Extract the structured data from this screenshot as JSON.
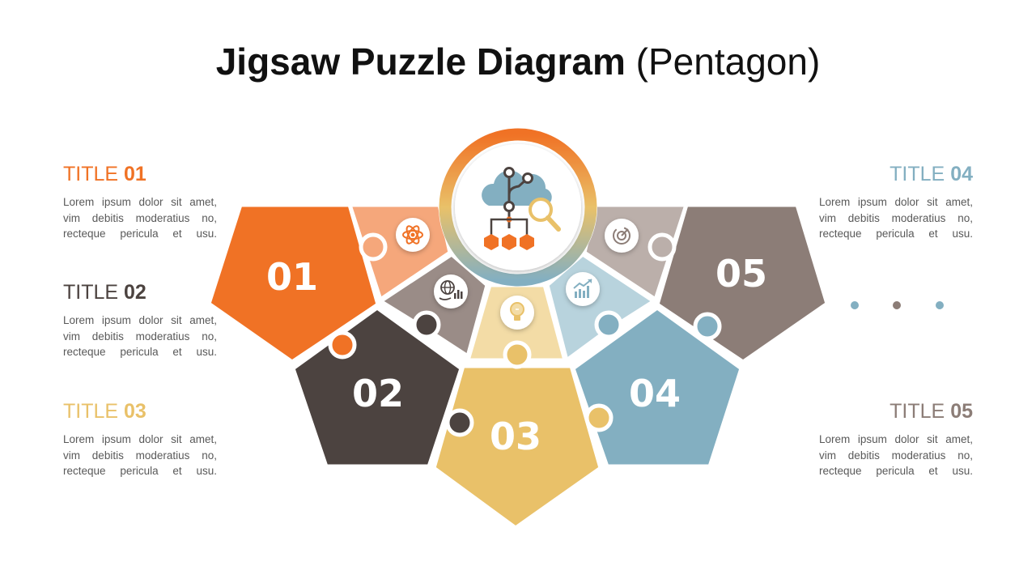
{
  "title": {
    "bold": "Jigsaw Puzzle Diagram",
    "light": "(Pentagon)"
  },
  "colors": {
    "p1": "#F07225",
    "p2": "#4C4340",
    "p3": "#E9C169",
    "p4": "#83AFC1",
    "p5": "#8C7D77",
    "w1": "#F5A77B",
    "w2": "#9A8C87",
    "w3": "#F3DCA6",
    "w4": "#B8D3DD",
    "w5": "#BBAFAA"
  },
  "items": [
    {
      "label": "TITLE",
      "num": "01",
      "color": "#F07225",
      "desc": [
        "Lorem ipsum dolor sit amet,",
        "vim debitis moderatius no,",
        "recteque pericula et usu."
      ]
    },
    {
      "label": "TITLE",
      "num": "02",
      "color": "#4C4340",
      "desc": [
        "Lorem ipsum dolor sit amet,",
        "vim debitis moderatius no,",
        "recteque pericula et usu."
      ]
    },
    {
      "label": "TITLE",
      "num": "03",
      "color": "#E9C169",
      "desc": [
        "Lorem ipsum dolor sit amet,",
        "vim debitis moderatius no,",
        "recteque pericula et usu."
      ]
    },
    {
      "label": "TITLE",
      "num": "04",
      "color": "#83AFC1",
      "desc": [
        "Lorem ipsum dolor sit amet,",
        "vim debitis moderatius no,",
        "recteque pericula et usu."
      ]
    },
    {
      "label": "TITLE",
      "num": "05",
      "color": "#8C7D77",
      "desc": [
        "Lorem ipsum dolor sit amet,",
        "vim debitis moderatius no,",
        "recteque pericula et usu."
      ]
    }
  ],
  "pieces": [
    "01",
    "02",
    "03",
    "04",
    "05"
  ],
  "icons": {
    "center": "cloud-network-search-icon",
    "w1": "atom-icon",
    "w2": "globe-chart-icon",
    "w3": "lightbulb-icon",
    "w4": "growth-chart-icon",
    "w5": "target-gauge-icon"
  }
}
